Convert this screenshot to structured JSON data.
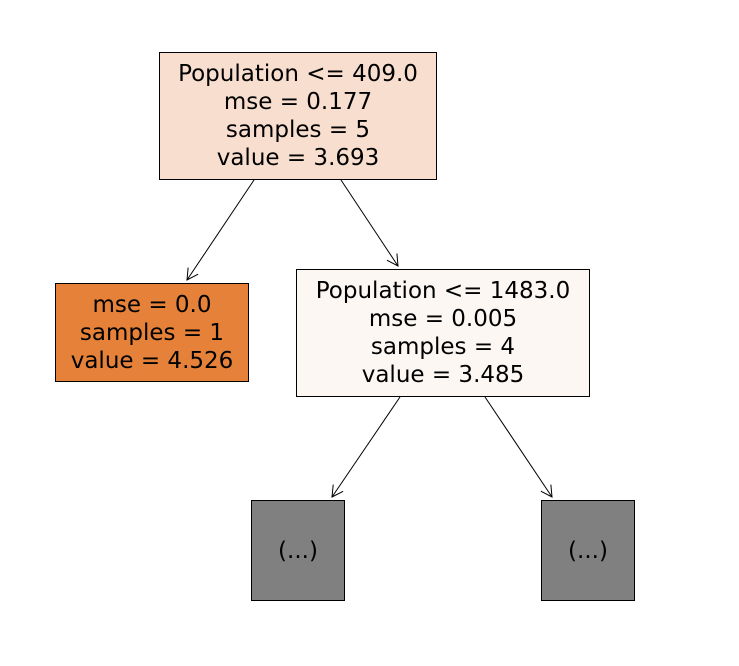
{
  "tree": {
    "root": {
      "lines": [
        "Population <= 409.0",
        "mse = 0.177",
        "samples = 5",
        "value = 3.693"
      ],
      "fill": "#f8decf"
    },
    "left_leaf": {
      "lines": [
        "mse = 0.0",
        "samples = 1",
        "value = 4.526"
      ],
      "fill": "#e58139"
    },
    "right_node": {
      "lines": [
        "Population <= 1483.0",
        "mse = 0.005",
        "samples = 4",
        "value = 3.485"
      ],
      "fill": "#fcf7f3"
    },
    "truncated_left": {
      "label": "(...)",
      "fill": "#808080"
    },
    "truncated_right": {
      "label": "(...)",
      "fill": "#808080"
    }
  }
}
